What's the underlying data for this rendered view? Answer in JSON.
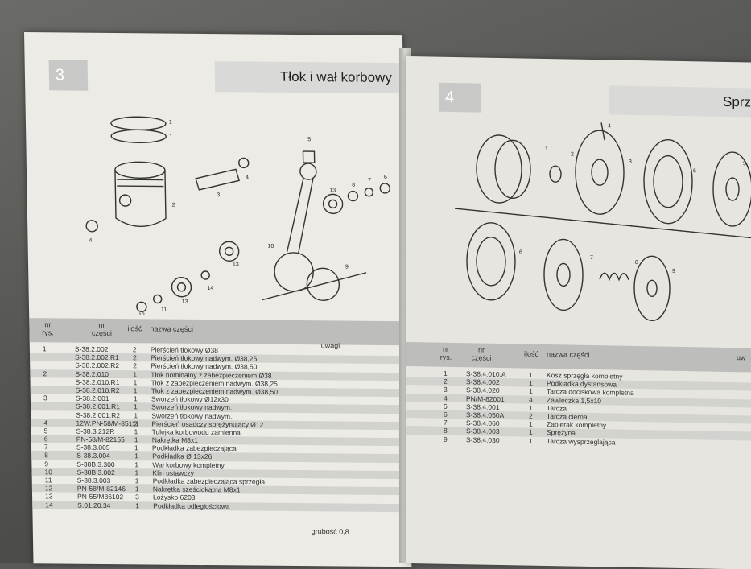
{
  "left": {
    "page_number": "3",
    "title": "Tłok i wał korbowy",
    "callouts": [
      "1",
      "1",
      "2",
      "3",
      "4",
      "4",
      "5",
      "6",
      "7",
      "8",
      "9",
      "10",
      "11",
      "12",
      "13",
      "13",
      "13",
      "14"
    ],
    "header": {
      "nr_rys": "nr\nrys.",
      "nr_czesci": "nr\nczęści",
      "ilosc": "ilość",
      "nazwa": "nazwa części",
      "uwagi": "uwagi"
    },
    "rows": [
      {
        "rys": "1",
        "nr": "S-38.2.002",
        "il": "2",
        "nazwa": "Pierścień tłokowy Ø38"
      },
      {
        "rys": "",
        "nr": "S-38.2.002.R1",
        "il": "2",
        "nazwa": "Pierścień tłokowy nadwym. Ø38,25"
      },
      {
        "rys": "",
        "nr": "S-38.2.002.R2",
        "il": "2",
        "nazwa": "Pierścień tłokowy nadwym. Ø38,50"
      },
      {
        "rys": "2",
        "nr": "S-38.2.010",
        "il": "1",
        "nazwa": "Tłok nominalny z zabezpieczeniem Ø38"
      },
      {
        "rys": "",
        "nr": "S-38.2.010.R1",
        "il": "1",
        "nazwa": "Tłok z zabezpieczeniem nadwym. Ø38,25"
      },
      {
        "rys": "",
        "nr": "S-38.2.010.R2",
        "il": "1",
        "nazwa": "Tłok z zabezpieczeniem nadwym. Ø38,50"
      },
      {
        "rys": "3",
        "nr": "S-38.2.001",
        "il": "1",
        "nazwa": "Sworzeń tłokowy Ø12x30"
      },
      {
        "rys": "",
        "nr": "S-38.2.001.R1",
        "il": "1",
        "nazwa": "Sworzeń tłokowy nadwym."
      },
      {
        "rys": "",
        "nr": "S-38.2.001.R2",
        "il": "1",
        "nazwa": "Sworzeń tłokowy nadwym."
      },
      {
        "rys": "4",
        "nr": "12W.PN-58/M-85111",
        "il": "2",
        "nazwa": "Pierścień osadczy sprężynujący Ø12"
      },
      {
        "rys": "5",
        "nr": "S-38.3.212R",
        "il": "1",
        "nazwa": "Tulejka korbowodu zamienna"
      },
      {
        "rys": "6",
        "nr": "PN-58/M-82155",
        "il": "1",
        "nazwa": "Nakrętka M8x1"
      },
      {
        "rys": "7",
        "nr": "S-38.3.005",
        "il": "1",
        "nazwa": "Podkładka zabezpieczająca"
      },
      {
        "rys": "8",
        "nr": "S-38.3.004",
        "il": "1",
        "nazwa": "Podkładka Ø 13x26"
      },
      {
        "rys": "9",
        "nr": "S-38B.3.300",
        "il": "1",
        "nazwa": "Wał korbowy kompletny"
      },
      {
        "rys": "10",
        "nr": "S-38B.3.002",
        "il": "1",
        "nazwa": "Klin ustawczy"
      },
      {
        "rys": "11",
        "nr": "S-38.3.003",
        "il": "1",
        "nazwa": "Podkładka zabezpieczająca sprzęgła"
      },
      {
        "rys": "12",
        "nr": "PN-58/M-82146",
        "il": "1",
        "nazwa": "Nakrętka sześciokątna M8x1"
      },
      {
        "rys": "13",
        "nr": "PN-55/M86102",
        "il": "3",
        "nazwa": "Łożysko 6203"
      },
      {
        "rys": "14",
        "nr": "S.01.20.34",
        "il": "1",
        "nazwa": "Podkładka odległościowa"
      }
    ],
    "footnote": "grubość 0,8"
  },
  "right": {
    "page_number": "4",
    "title": "Sprz",
    "callouts": [
      "1",
      "2",
      "3",
      "4",
      "5",
      "6",
      "6",
      "7",
      "8",
      "9"
    ],
    "header": {
      "nr_rys": "nr\nrys.",
      "nr_czesci": "nr\nczęści",
      "ilosc": "ilość",
      "nazwa": "nazwa części",
      "uwagi": "uw"
    },
    "rows": [
      {
        "rys": "1",
        "nr": "S-38.4.010.A",
        "il": "1",
        "nazwa": "Kosz sprzęgła kompletny"
      },
      {
        "rys": "2",
        "nr": "S-38.4.002",
        "il": "1",
        "nazwa": "Podkładka dystansowa"
      },
      {
        "rys": "3",
        "nr": "S-38.4.020",
        "il": "1",
        "nazwa": "Tarcza dociskowa kompletna"
      },
      {
        "rys": "4",
        "nr": "PN/M-82001",
        "il": "4",
        "nazwa": "Zawleczka 1,5x10"
      },
      {
        "rys": "5",
        "nr": "S-38.4.001",
        "il": "1",
        "nazwa": "Tarcza"
      },
      {
        "rys": "6",
        "nr": "S-38.4.050A",
        "il": "2",
        "nazwa": "Tarcza cierna"
      },
      {
        "rys": "7",
        "nr": "S-38.4.060",
        "il": "1",
        "nazwa": "Zabierak kompletny"
      },
      {
        "rys": "8",
        "nr": "S-38.4.003",
        "il": "1",
        "nazwa": "Sprężyna"
      },
      {
        "rys": "9",
        "nr": "S-38.4.030",
        "il": "1",
        "nazwa": "Tarcza wysprzęglająca"
      }
    ]
  }
}
